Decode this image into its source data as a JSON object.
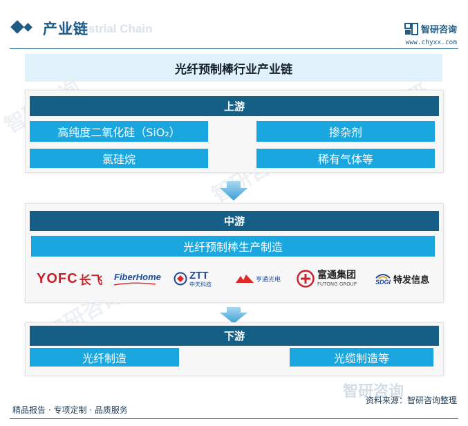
{
  "header": {
    "title": "产业链",
    "watermark_text": "Industrial Chain",
    "brand_name": "智研咨询",
    "brand_url": "www.chyxx.com"
  },
  "main_title": "光纤预制棒行业产业链",
  "upstream": {
    "heading": "上游",
    "items": [
      "高纯度二氧化硅（SiO₂）",
      "掺杂剂",
      "氯硅烷",
      "稀有气体等"
    ]
  },
  "midstream": {
    "heading": "中游",
    "item": "光纤预制棒生产制造",
    "logos": [
      {
        "main": "YOFC",
        "sub": "长飞"
      },
      {
        "main": "FiberHome"
      },
      {
        "main": "ZTT",
        "sub": "中天科技"
      },
      {
        "sub": "亨通光电"
      },
      {
        "main": "富通集团",
        "sub": "FUTONG GROUP"
      },
      {
        "main": "SDGI",
        "sub": "特发信息"
      }
    ]
  },
  "downstream": {
    "heading": "下游",
    "items": [
      "光纤制造",
      "光缆制造等"
    ]
  },
  "footer": {
    "left": "精品报告 · 专项定制 · 品质服务",
    "right": "资料来源：智研咨询整理"
  },
  "colors": {
    "header_blue": "#1f5b86",
    "section_header": "#155e86",
    "cell_blue": "#1aa6df",
    "title_bg": "#e1f1f9"
  }
}
